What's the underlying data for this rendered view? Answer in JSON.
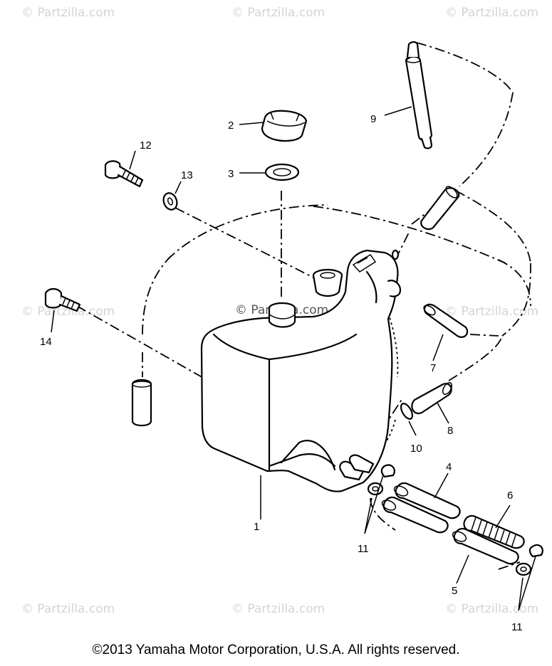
{
  "watermark": "© Partzilla.com",
  "footer": "©2013  Yamaha Motor Corporation, U.S.A. All rights reserved.",
  "callouts": {
    "c1": "1",
    "c2": "2",
    "c3": "3",
    "c4": "4",
    "c5": "5",
    "c6": "6",
    "c7": "7",
    "c8": "8",
    "c9": "9",
    "c10": "10",
    "c11a": "11",
    "c11b": "11",
    "c12": "12",
    "c13": "13",
    "c14": "14"
  }
}
